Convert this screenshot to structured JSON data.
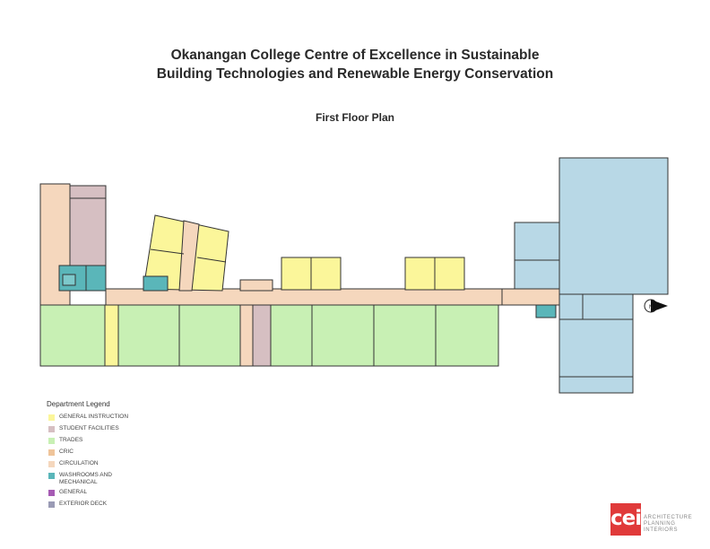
{
  "title": {
    "line1": "Okanangan College Centre of Excellence in Sustainable",
    "line2": "Building Technologies and Renewable Energy Conservation"
  },
  "subtitle": "First Floor Plan",
  "north_arrow": {
    "label": "N"
  },
  "legend": {
    "title": "Department Legend",
    "items": [
      {
        "label": "GENERAL INSTRUCTION",
        "color": "#fbf69a"
      },
      {
        "label": "STUDENT FACILITIES",
        "color": "#d6bfc2"
      },
      {
        "label": "TRADES",
        "color": "#c8f0b4"
      },
      {
        "label": "CRIC",
        "color": "#efc49a"
      },
      {
        "label": "CIRCULATION",
        "color": "#f5d7bd"
      },
      {
        "label": "WASHROOMS AND MECHANICAL",
        "color": "#5ab6b9"
      },
      {
        "label": "GENERAL",
        "color": "#a65bb4"
      },
      {
        "label": "EXTERIOR DECK",
        "color": "#9a9bb5"
      }
    ]
  },
  "zone_colors": {
    "cric_shop": "#b8d8e6"
  },
  "logo": {
    "mark": "cei",
    "lines": [
      "ARCHITECTURE",
      "PLANNING",
      "INTERIORS"
    ],
    "color": "#e03a3a"
  }
}
